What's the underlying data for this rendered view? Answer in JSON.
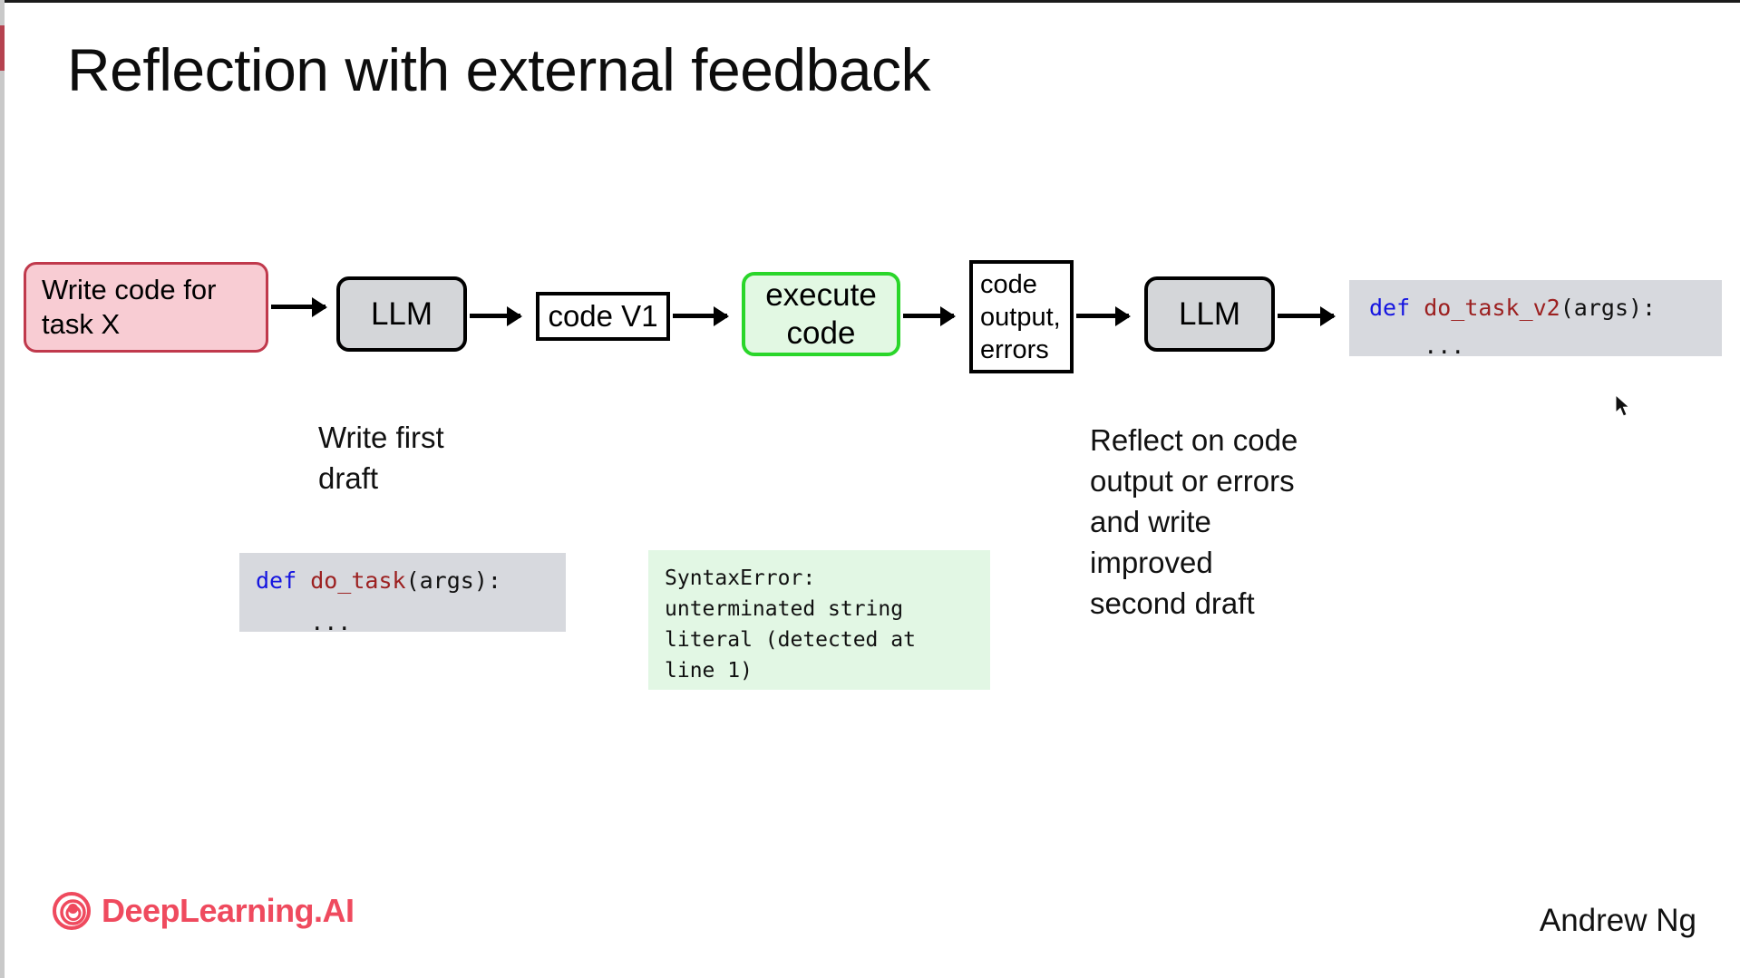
{
  "slide": {
    "title": "Reflection with external feedback",
    "background_color": "#ffffff"
  },
  "flow": {
    "nodes": [
      {
        "id": "task",
        "label": "Write code for\ntask X",
        "fill": "#f8ccd3",
        "border": "#c0394c",
        "shape": "rounded-rect"
      },
      {
        "id": "llm1",
        "label": "LLM",
        "fill": "#d4d6d9",
        "border": "#000000",
        "shape": "rounded-rect"
      },
      {
        "id": "code-v1",
        "label": "code V1",
        "fill": "#ffffff",
        "border": "#000000",
        "shape": "rect"
      },
      {
        "id": "execute",
        "label": "execute\ncode",
        "fill": "#e2f8e3",
        "border": "#2ad62a",
        "shape": "rounded-rect"
      },
      {
        "id": "output",
        "label": "code\noutput,\nerrors",
        "fill": "#ffffff",
        "border": "#000000",
        "shape": "rect"
      },
      {
        "id": "llm2",
        "label": "LLM",
        "fill": "#d4d6d9",
        "border": "#000000",
        "shape": "rounded-rect"
      }
    ],
    "arrow_color": "#000000"
  },
  "code_v2": {
    "keyword": "def",
    "function_name": " do_task_v2",
    "signature": "(args):",
    "body": "    ...",
    "background": "#d7d9de",
    "keyword_color": "#1414e0",
    "function_color": "#9c2020"
  },
  "code_v1": {
    "keyword": "def",
    "function_name": " do_task",
    "signature": "(args):",
    "body": "    ...",
    "background": "#d7d9de",
    "keyword_color": "#1414e0",
    "function_color": "#9c2020"
  },
  "error_output": {
    "text": "SyntaxError:\nunterminated string\nliteral (detected at\nline 1)",
    "background": "#e2f7e4"
  },
  "captions": {
    "first_draft": "Write first\ndraft",
    "reflect": "Reflect on code\noutput or errors\nand write\nimproved\nsecond draft"
  },
  "footer": {
    "brand": "DeepLearning.AI",
    "brand_color": "#ef4a5e",
    "author": "Andrew Ng"
  }
}
